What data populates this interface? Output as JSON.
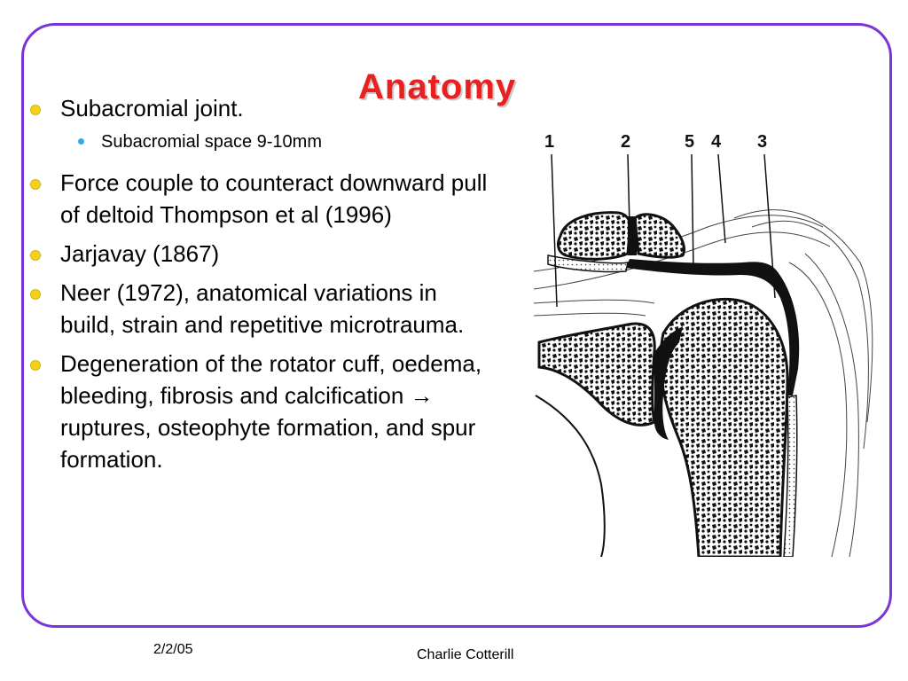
{
  "slide": {
    "title": "Anatomy",
    "bullets": [
      {
        "text": "Subacromial joint.",
        "sub": [
          "Subacromial space 9-10mm"
        ]
      },
      {
        "text": "Force couple to counteract downward pull of deltoid Thompson et al (1996)"
      },
      {
        "text": "Jarjavay (1867)"
      },
      {
        "text": "Neer (1972), anatomical variations in build, strain and repetitive microtrauma."
      },
      {
        "text": "Degeneration of the rotator cuff, oedema, bleeding, fibrosis and calcification → ruptures, osteophyte formation, and spur formation."
      }
    ]
  },
  "figure": {
    "labels": [
      "1",
      "2",
      "5",
      "4",
      "3"
    ]
  },
  "footer": {
    "date": "2/2/05",
    "author": "Charlie Cotterill"
  },
  "colors": {
    "frame": "#7a35d6",
    "title": "#e8201f",
    "bullet": "#f3d21d",
    "sub_bullet": "#37a7e8"
  }
}
